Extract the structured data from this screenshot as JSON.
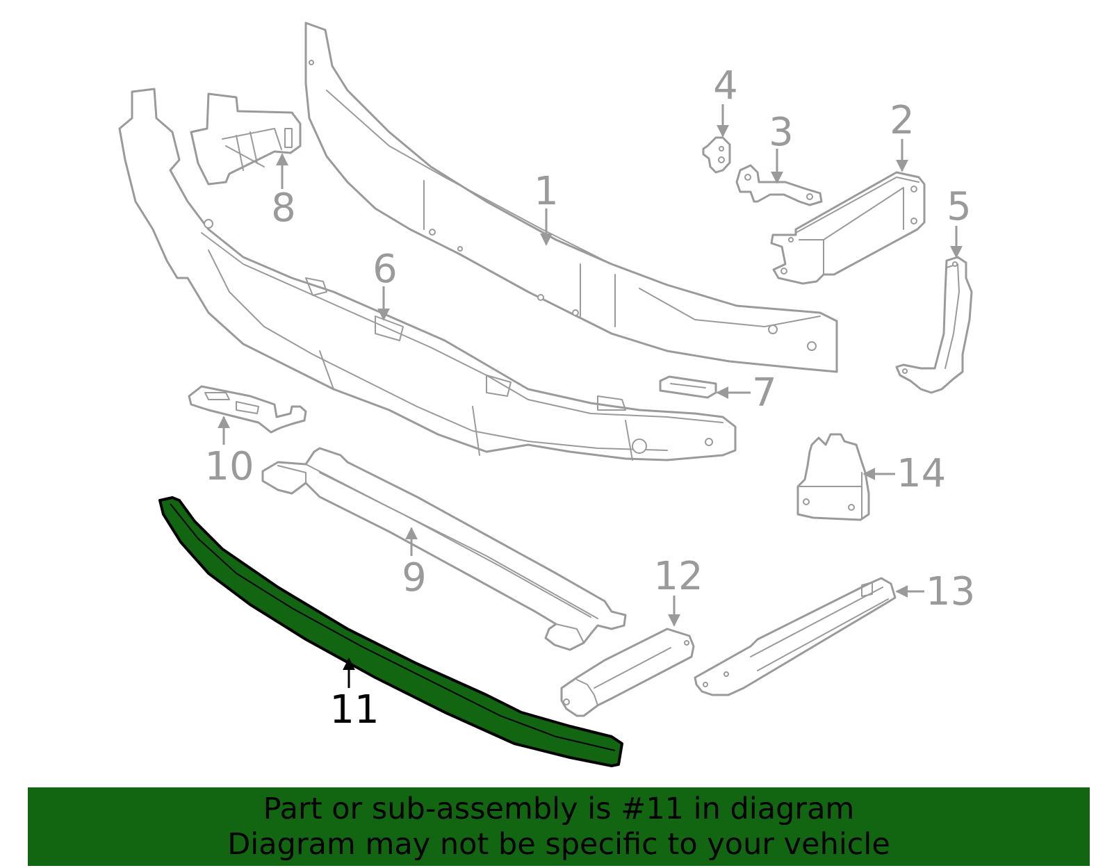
{
  "callouts": {
    "c1": "1",
    "c2": "2",
    "c3": "3",
    "c4": "4",
    "c5": "5",
    "c6": "6",
    "c7": "7",
    "c8": "8",
    "c9": "9",
    "c10": "10",
    "c11": "11",
    "c12": "12",
    "c13": "13",
    "c14": "14"
  },
  "highlight": {
    "part": "11",
    "color": "#126612"
  },
  "banner": {
    "line1": "Part or sub-assembly is #11 in diagram",
    "line2": "Diagram may not be specific to your vehicle"
  }
}
